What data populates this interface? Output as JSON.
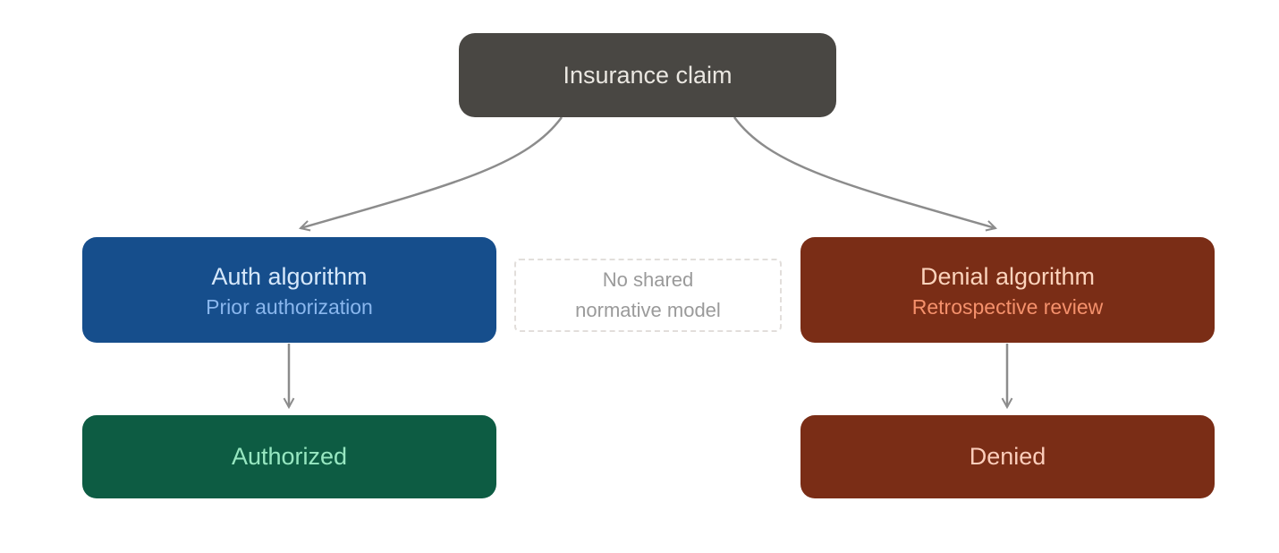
{
  "diagram": {
    "background": "#ffffff",
    "edge_color": "#8c8c8c",
    "nodes": {
      "insurance_claim": {
        "label": "Insurance claim",
        "bg": "#494743",
        "text_color": "#eae7e1"
      },
      "auth_algorithm": {
        "title": "Auth algorithm",
        "subtitle": "Prior authorization",
        "bg": "#164e8c",
        "title_color": "#d6e8fb",
        "subtitle_color": "#8ab7ee"
      },
      "no_shared_model": {
        "line1": "No shared",
        "line2": "normative model",
        "text_color": "#9a9a9a",
        "border_color": "#e2dedb"
      },
      "denial_algorithm": {
        "title": "Denial algorithm",
        "subtitle": "Retrospective review",
        "bg": "#7a2d16",
        "title_color": "#fbd3bc",
        "subtitle_color": "#f5916c"
      },
      "authorized": {
        "label": "Authorized",
        "bg": "#0d5c43",
        "text_color": "#97e7c1"
      },
      "denied": {
        "label": "Denied",
        "bg": "#7a2d16",
        "text_color": "#fbcdbb"
      }
    },
    "edges": [
      {
        "from": "insurance_claim",
        "to": "auth_algorithm"
      },
      {
        "from": "insurance_claim",
        "to": "denial_algorithm"
      },
      {
        "from": "auth_algorithm",
        "to": "authorized"
      },
      {
        "from": "denial_algorithm",
        "to": "denied"
      }
    ]
  }
}
